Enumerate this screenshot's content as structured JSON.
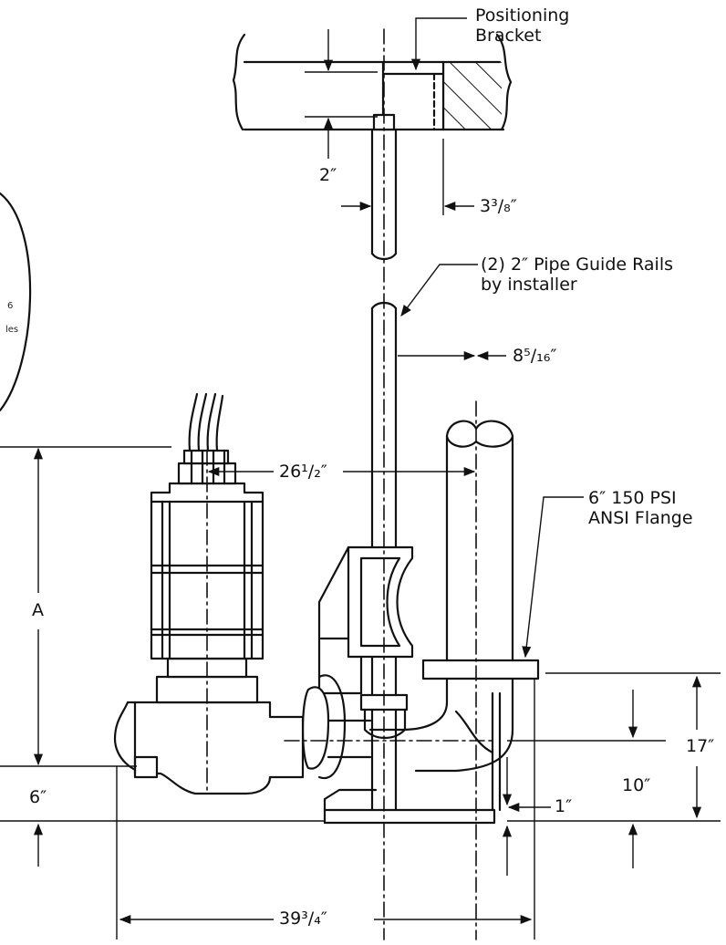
{
  "labels": {
    "positioning_bracket": [
      "Positioning",
      "Bracket"
    ],
    "dim_2in_top": "2″",
    "dim_3_3_8": "3³/₈″",
    "guide_rails": [
      "(2) 2″ Pipe Guide Rails",
      "by installer"
    ],
    "dim_8_5_16": "8⁵/₁₆″",
    "dim_26_1_2": "26¹/₂″",
    "flange": [
      "6″ 150 PSI",
      "ANSI Flange"
    ],
    "dim_A": "A",
    "dim_6in": "6″",
    "dim_17in": "17″",
    "dim_10in": "10″",
    "dim_1in": "1″",
    "dim_39_3_4": "39³/₄″",
    "partial_left": [
      "6",
      "les"
    ]
  }
}
